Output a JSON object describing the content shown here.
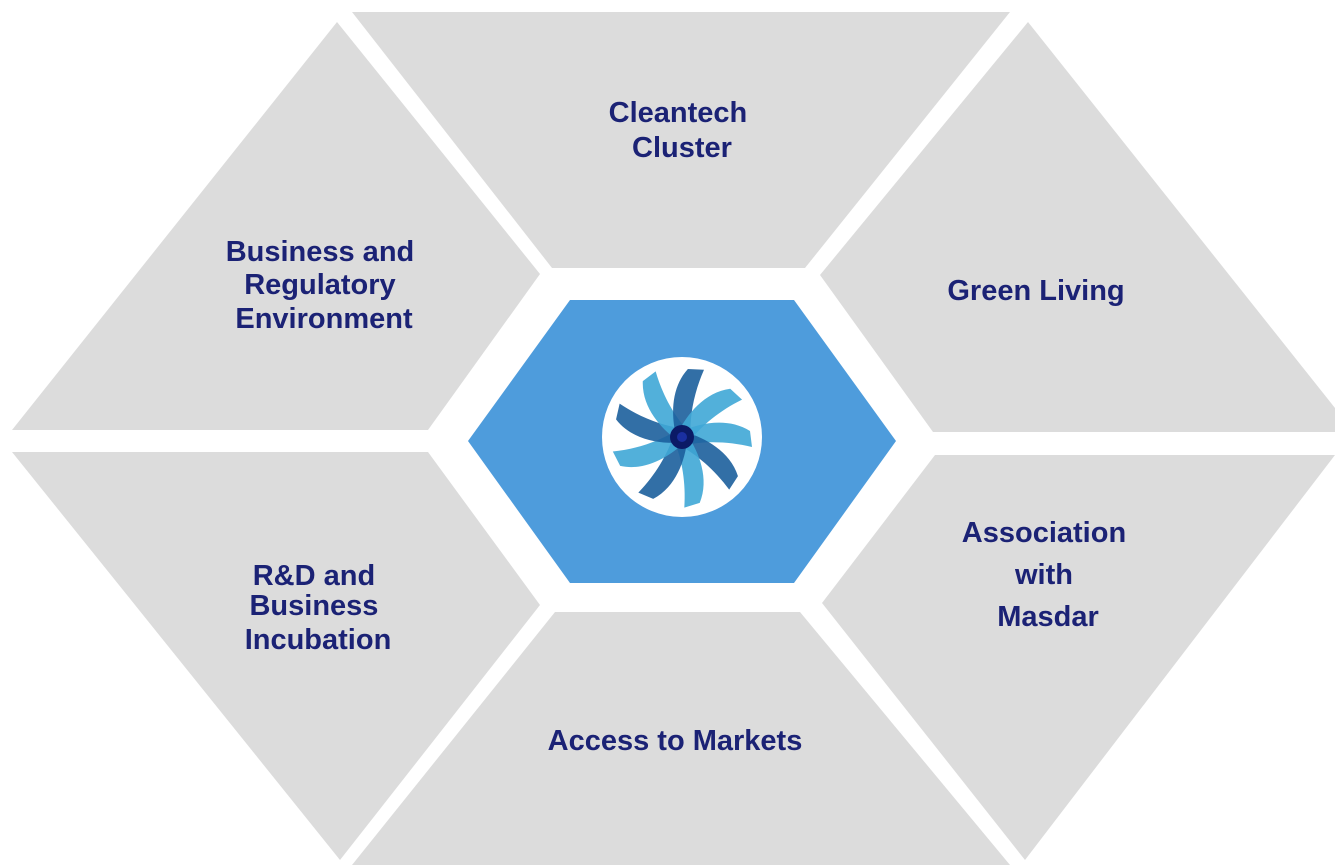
{
  "colors": {
    "segment_fill": "#dcdcdc",
    "label_color": "#1b2275",
    "center_fill": "#4e9cdc",
    "logo_bg": "#ffffff",
    "logo_blade_light": "#3fa7d6",
    "logo_blade_dark": "#1c5f9c",
    "logo_core": "#0b1a66"
  },
  "segments": [
    {
      "id": "top",
      "lines": [
        "Cleantech",
        "Cluster"
      ]
    },
    {
      "id": "upper-right",
      "lines": [
        "Green Living"
      ]
    },
    {
      "id": "lower-right",
      "lines": [
        "Association",
        "with",
        "Masdar"
      ]
    },
    {
      "id": "bottom",
      "lines": [
        "Access to Markets"
      ]
    },
    {
      "id": "lower-left",
      "lines": [
        "R&D and",
        "Business",
        "Incubation"
      ]
    },
    {
      "id": "upper-left",
      "lines": [
        "Business and",
        "Regulatory",
        "Environment"
      ]
    }
  ],
  "center": {
    "icon": "spiral-logo-icon"
  }
}
